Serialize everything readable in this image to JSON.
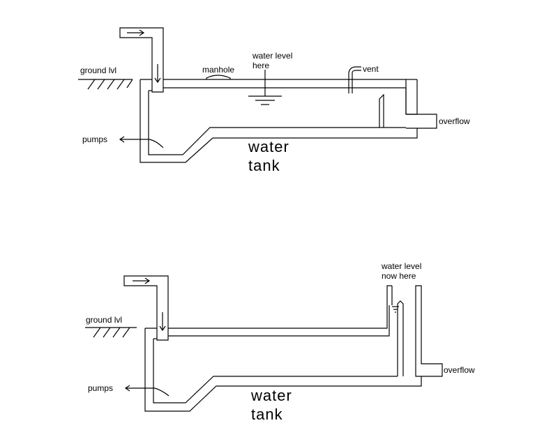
{
  "top": {
    "ground_label": "ground lvl",
    "manhole_label": "manhole",
    "water_level_line1": "water level",
    "water_level_line2": "here",
    "vent_label": "vent",
    "overflow_label": "overflow",
    "pumps_label": "pumps",
    "tank_line1": "water",
    "tank_line2": "tank"
  },
  "bottom": {
    "ground_label": "ground lvl",
    "water_level_line1": "water level",
    "water_level_line2": "now  here",
    "overflow_label": "overflow",
    "pumps_label": "pumps",
    "tank_line1": "water",
    "tank_line2": "tank"
  }
}
